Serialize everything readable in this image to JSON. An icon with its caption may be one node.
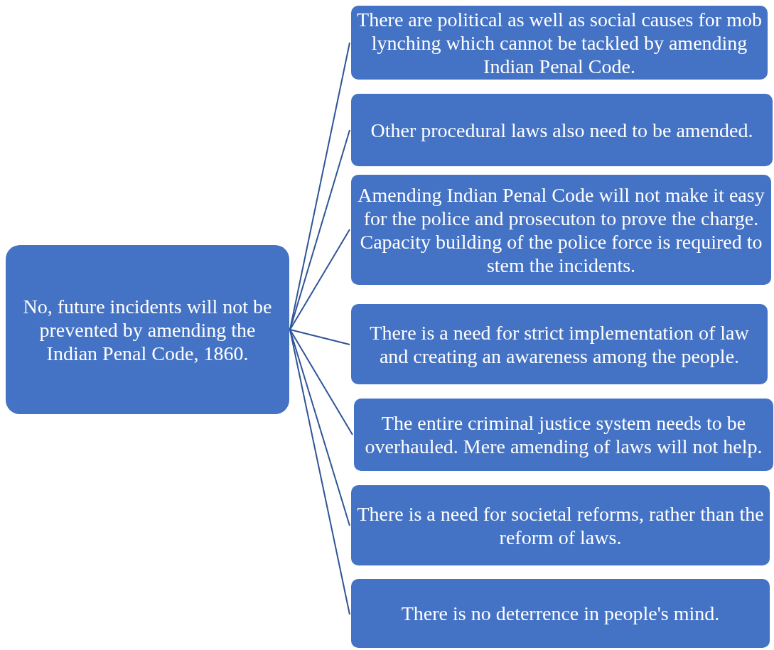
{
  "diagram": {
    "nodes": [
      {
        "text": [
          "No, future incidents will not be prevented by amending the Indian Penal Code, 1860."
        ]
      },
      {
        "text": [
          "There are political as well as social causes for mob lynching which cannot be tackled by amending Indian Penal Code."
        ]
      },
      {
        "text": [
          "Other procedural laws also need to be amended."
        ]
      },
      {
        "text": [
          "Amending Indian Penal Code will not make it easy for the police and prosecuton to prove the charge. Capacity building of the police force is required to stem the incidents."
        ]
      },
      {
        "text": [
          "There is a need for strict implementation of law and creating an awareness among the people."
        ]
      },
      {
        "text": [
          "The entire criminal justice system needs to be overhauled. Mere amending of laws will not help."
        ]
      },
      {
        "text": [
          "There is a need for societal reforms, rather than the reform of laws."
        ]
      },
      {
        "text": [
          "There is no deterrence in people's mind."
        ]
      }
    ],
    "edges": [
      {
        "from": 0,
        "to": 1,
        "arrow": "none"
      },
      {
        "from": 0,
        "to": 2,
        "arrow": "none"
      },
      {
        "from": 0,
        "to": 3,
        "arrow": "none"
      },
      {
        "from": 0,
        "to": 4,
        "arrow": "none"
      },
      {
        "from": 0,
        "to": 5,
        "arrow": "none"
      },
      {
        "from": 0,
        "to": 6,
        "arrow": "none"
      },
      {
        "from": 0,
        "to": 7,
        "arrow": "none"
      }
    ]
  }
}
